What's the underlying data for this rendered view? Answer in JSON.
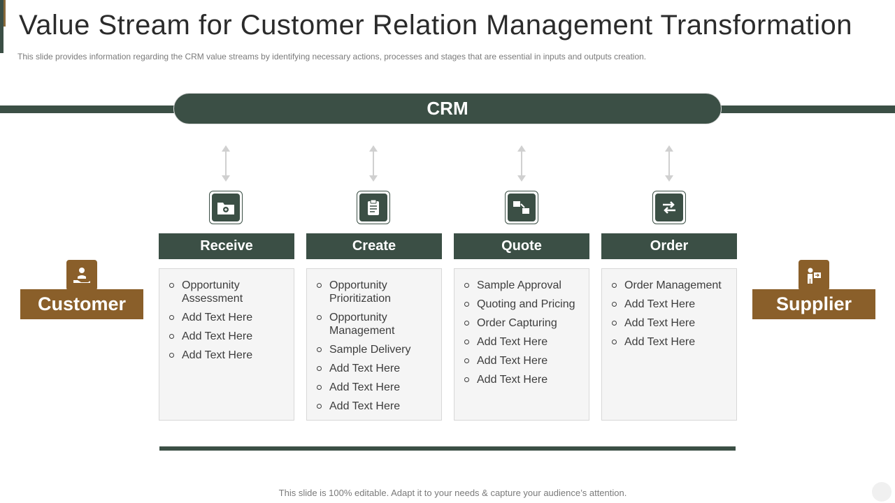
{
  "title": "Value Stream for Customer Relation Management Transformation",
  "subtitle": "This slide provides information regarding the CRM value streams by identifying necessary actions, processes and stages that are essential in inputs and outputs creation.",
  "crm_label": "CRM",
  "customer_label": "Customer",
  "supplier_label": "Supplier",
  "stages": [
    {
      "name": "Receive",
      "icon": "folder-icon",
      "items": [
        "Opportunity Assessment",
        "Add Text Here",
        "Add Text Here",
        "Add Text Here"
      ]
    },
    {
      "name": "Create",
      "icon": "clipboard-icon",
      "items": [
        "Opportunity Prioritization",
        "Opportunity Management",
        "Sample Delivery",
        "Add Text Here",
        "Add Text Here",
        "Add Text Here"
      ]
    },
    {
      "name": "Quote",
      "icon": "quote-icon",
      "items": [
        "Sample Approval",
        "Quoting and Pricing",
        "Order Capturing",
        "Add Text Here",
        "Add Text Here",
        "Add Text Here"
      ]
    },
    {
      "name": "Order",
      "icon": "exchange-icon",
      "items": [
        "Order Management",
        "Add Text Here",
        "Add Text Here",
        "Add Text Here"
      ]
    }
  ],
  "footer": "This slide is 100% editable. Adapt it to your needs & capture your audience’s attention.",
  "colors": {
    "primary": "#3b4f45",
    "accent": "#8a5f2a",
    "box_bg": "#f5f5f5"
  }
}
